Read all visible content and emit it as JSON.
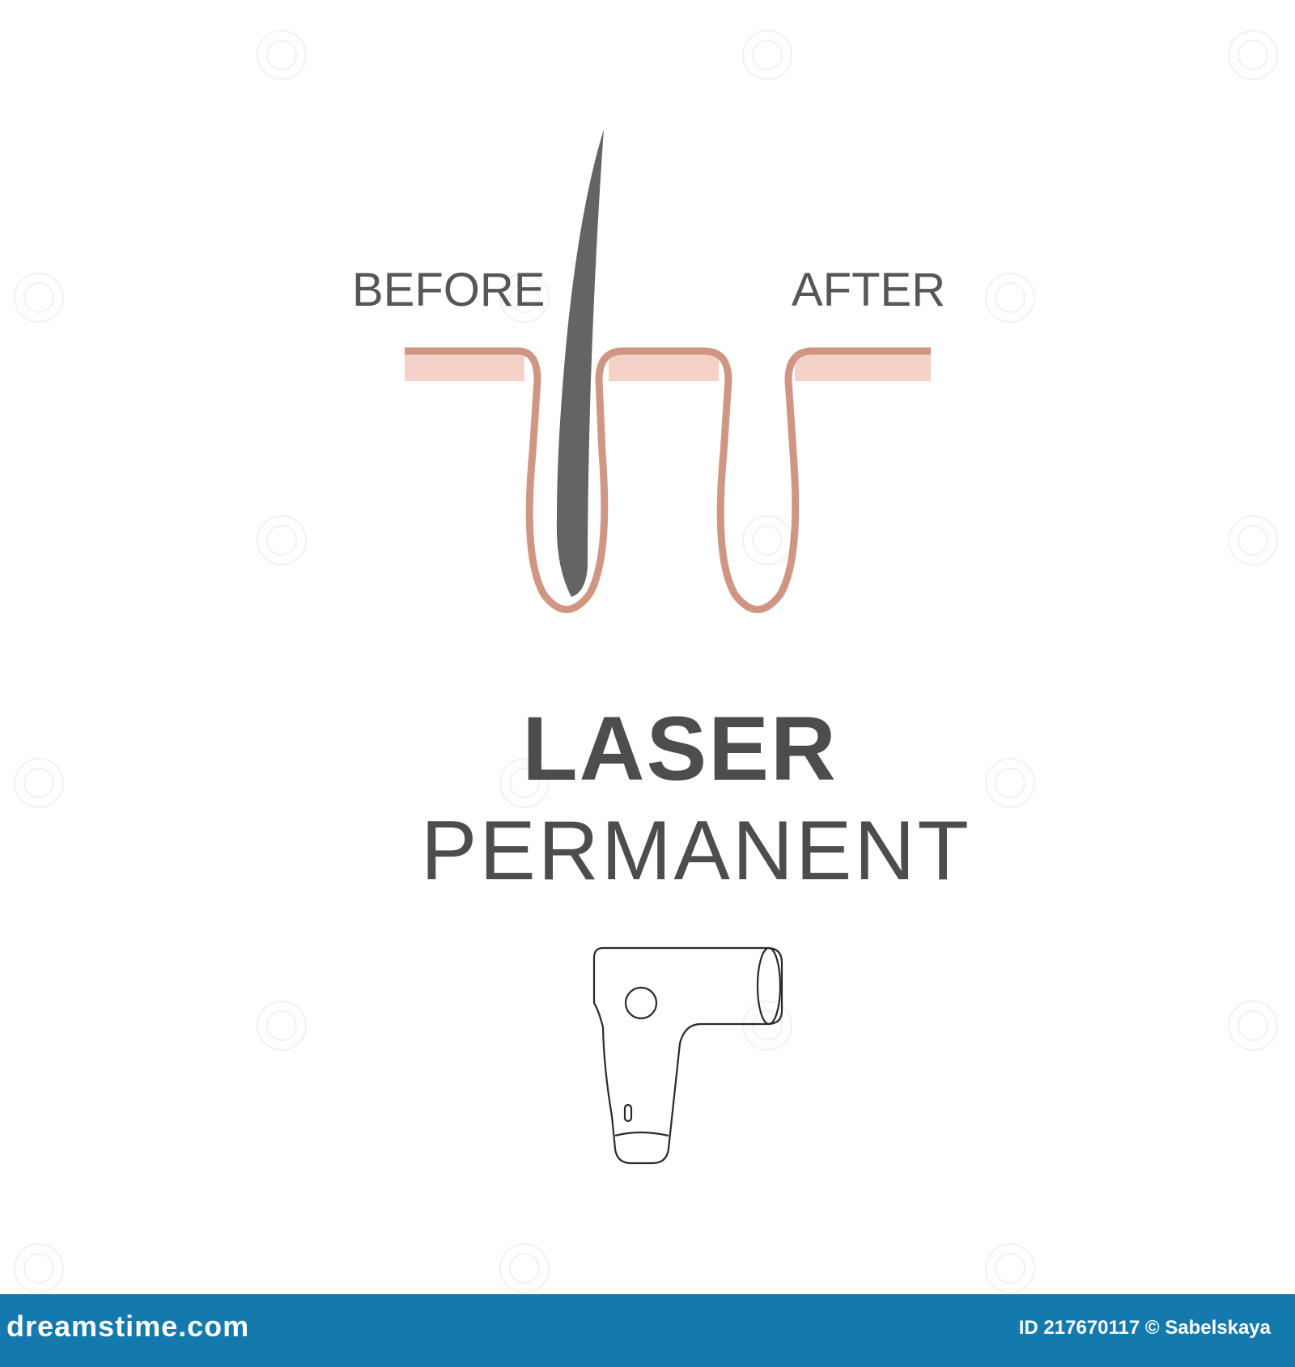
{
  "labels": {
    "before": "BEFORE",
    "after": "AFTER"
  },
  "title": "LASER",
  "subtitle": "PERMANENT",
  "footer": {
    "logo": "dreamstime.com",
    "credit": "ID 217670117 © Sabelskaya"
  },
  "colors": {
    "hair": "#646464",
    "skin_line": "#cf9683",
    "skin_fill": "#f4d2c8",
    "text": "#4d4d4d",
    "footer_bg": "#1479ad",
    "device_stroke": "#2a2a2a"
  },
  "icons": {
    "device": "laser-epilator-device-icon",
    "hair": "hair-strand-icon"
  }
}
